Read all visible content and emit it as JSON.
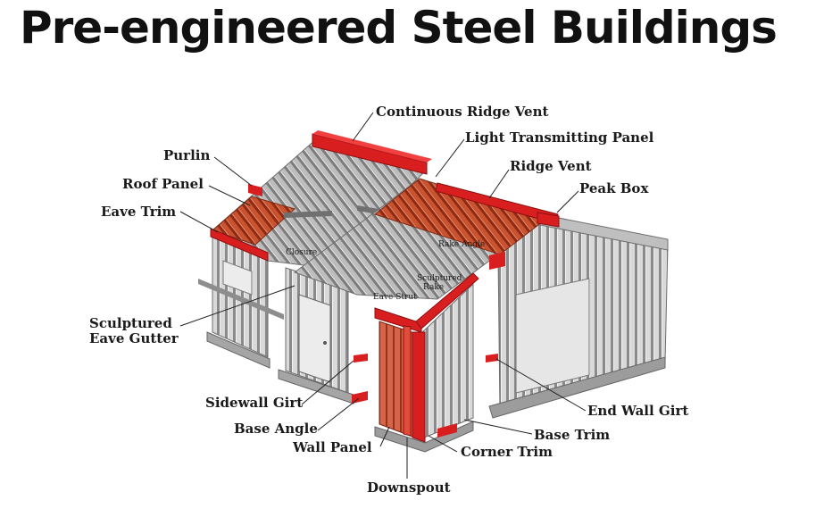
{
  "title": "Pre-engineered Steel Buildings",
  "colors": {
    "trim_red": "#d81e1e",
    "steel_light": "#d2d2d2",
    "steel_dark": "#6e6e6e",
    "roof_gray": "#9a9a9a",
    "ink": "#111111"
  },
  "labels": {
    "continuous_ridge_vent": "Continuous Ridge Vent",
    "light_transmitting_panel": "Light Transmitting Panel",
    "purlin": "Purlin",
    "ridge_vent": "Ridge Vent",
    "roof_panel": "Roof Panel",
    "peak_box": "Peak Box",
    "eave_trim": "Eave Trim",
    "rake_angle": "Rake Angle",
    "closure": "Closure",
    "sculptured_rake_line1": "Sculptured",
    "sculptured_rake_line2": "Rake",
    "eave_strut": "Eave Strut",
    "sculptured_eave_gutter_line1": "Sculptured",
    "sculptured_eave_gutter_line2": "Eave Gutter",
    "sidewall_girt": "Sidewall Girt",
    "base_angle": "Base Angle",
    "wall_panel": "Wall Panel",
    "end_wall_girt": "End Wall Girt",
    "base_trim": "Base Trim",
    "corner_trim": "Corner Trim",
    "downspout": "Downspout"
  }
}
